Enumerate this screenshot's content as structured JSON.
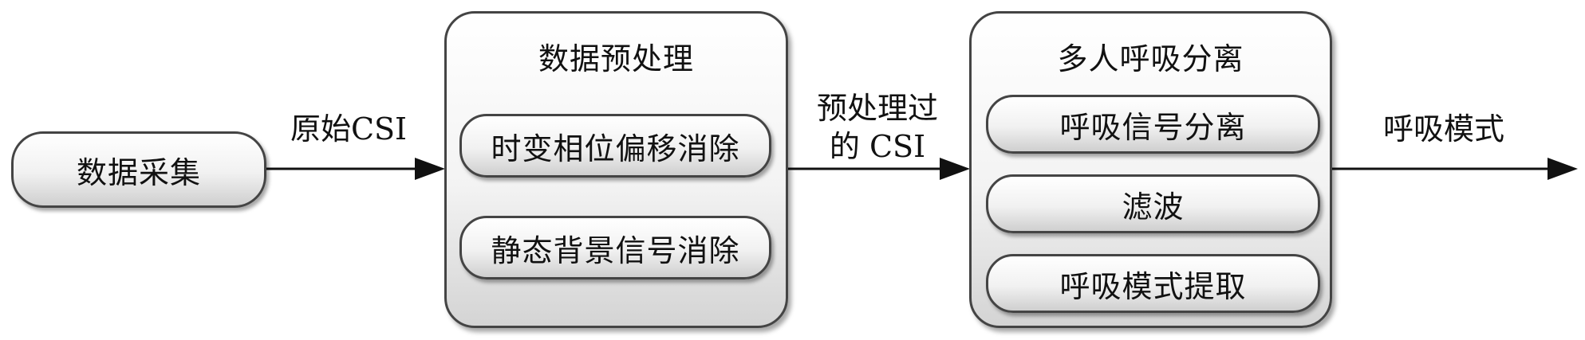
{
  "nodes": {
    "data_collection": "数据采集",
    "preprocess": {
      "title": "数据预处理",
      "steps": [
        "时变相位偏移消除",
        "静态背景信号消除"
      ]
    },
    "separation": {
      "title": "多人呼吸分离",
      "steps": [
        "呼吸信号分离",
        "滤波",
        "呼吸模式提取"
      ]
    }
  },
  "edges": {
    "raw_csi": "原始CSI",
    "processed_csi_line1": "预处理过",
    "processed_csi_line2": "的 CSI",
    "breathing_pattern": "呼吸模式"
  }
}
